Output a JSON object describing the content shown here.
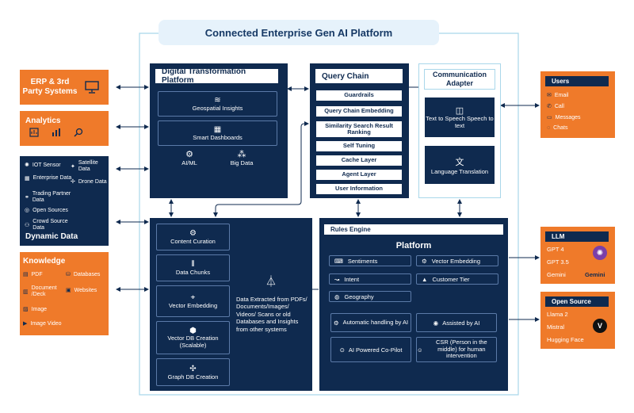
{
  "title": "Connected Enterprise Gen AI Platform",
  "erp": {
    "label": "ERP & 3rd Party Systems"
  },
  "analytics": {
    "label": "Analytics"
  },
  "dynamic_data": {
    "label": "Dynamic Data",
    "items": [
      "IOT Sensor",
      "Satellite Data",
      "Enterprise Data",
      "Drone Data",
      "Trading Partner Data",
      "Open Sources",
      "Crowd Source Data"
    ]
  },
  "knowledge": {
    "label": "Knowledge",
    "items": [
      "PDF",
      "Databases",
      "Document /Deck",
      "Websites",
      "Image",
      "Image Video"
    ]
  },
  "dtp": {
    "title": "Digital Transformation Platform",
    "geo": "Geospatial Insights",
    "dash": "Smart Dashboards",
    "aiml": "AI/ML",
    "bigdata": "Big Data"
  },
  "query_chain": {
    "title": "Query Chain",
    "items": [
      "Guardrails",
      "Query Chain Embedding",
      "Similarity Search Result Ranking",
      "Self Tuning",
      "Cache Layer",
      "Agent Layer",
      "User Information"
    ]
  },
  "comm": {
    "title": "Communication Adapter",
    "tts": "Text to Speech Speech to text",
    "lang": "Language Translation"
  },
  "users": {
    "title": "Users",
    "items": [
      "Email",
      "Call",
      "Messages",
      "Chats"
    ]
  },
  "pipeline": {
    "items": [
      "Content Curation",
      "Data Chunks",
      "Vector Embedding",
      "Vector DB Creation (Scalable)",
      "Graph DB Creation"
    ],
    "extracted": "Data Extracted from PDFs/ Documents/Images/ Videos/ Scans or old Databases and Insights from other systems"
  },
  "platform": {
    "rules": "Rules Engine",
    "title": "Platform",
    "dashed": [
      "Sentiments",
      "Vector Embedding",
      "Intent",
      "Customer Tier",
      "Geography"
    ],
    "lower": [
      "Automatic handling by AI",
      "Assisted by AI",
      "AI Powered Co-Pilot",
      "CSR (Person in the middle) for human intervention"
    ]
  },
  "llm": {
    "title": "LLM",
    "items": [
      "GPT 4",
      "GPT 3.5",
      "Gemini"
    ],
    "gemini_logo": "Gemini"
  },
  "open_source": {
    "title": "Open Source",
    "items": [
      "Llama 2",
      "Mistral",
      "Hugging Face"
    ],
    "logo_letter": "V"
  },
  "colors": {
    "navy": "#0f2a4f",
    "orange": "#ef7a2a",
    "light": "#e6f2fb",
    "line": "#a9d7ea"
  }
}
